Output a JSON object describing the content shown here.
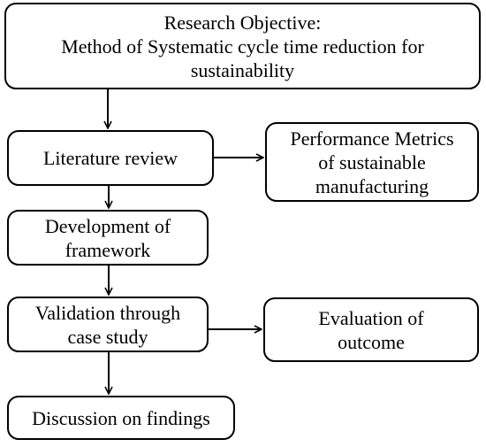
{
  "diagram": {
    "nodes": {
      "objective": {
        "lines": [
          "Research Objective:",
          "Method of Systematic cycle time reduction for",
          "sustainability"
        ]
      },
      "literature": {
        "lines": [
          "Literature review"
        ]
      },
      "metrics": {
        "lines": [
          "Performance Metrics",
          "of sustainable",
          "manufacturing"
        ]
      },
      "development": {
        "lines": [
          "Development of",
          "framework"
        ]
      },
      "validation": {
        "lines": [
          "Validation through",
          "case study"
        ]
      },
      "evaluation": {
        "lines": [
          "Evaluation of",
          "outcome"
        ]
      },
      "discussion": {
        "lines": [
          "Discussion on findings"
        ]
      }
    },
    "edges": [
      {
        "from": "objective",
        "to": "literature"
      },
      {
        "from": "literature",
        "to": "metrics"
      },
      {
        "from": "literature",
        "to": "development"
      },
      {
        "from": "development",
        "to": "validation"
      },
      {
        "from": "validation",
        "to": "evaluation"
      },
      {
        "from": "validation",
        "to": "discussion"
      }
    ],
    "colors": {
      "stroke": "#000000",
      "fill": "#ffffff",
      "text": "#000000"
    }
  }
}
